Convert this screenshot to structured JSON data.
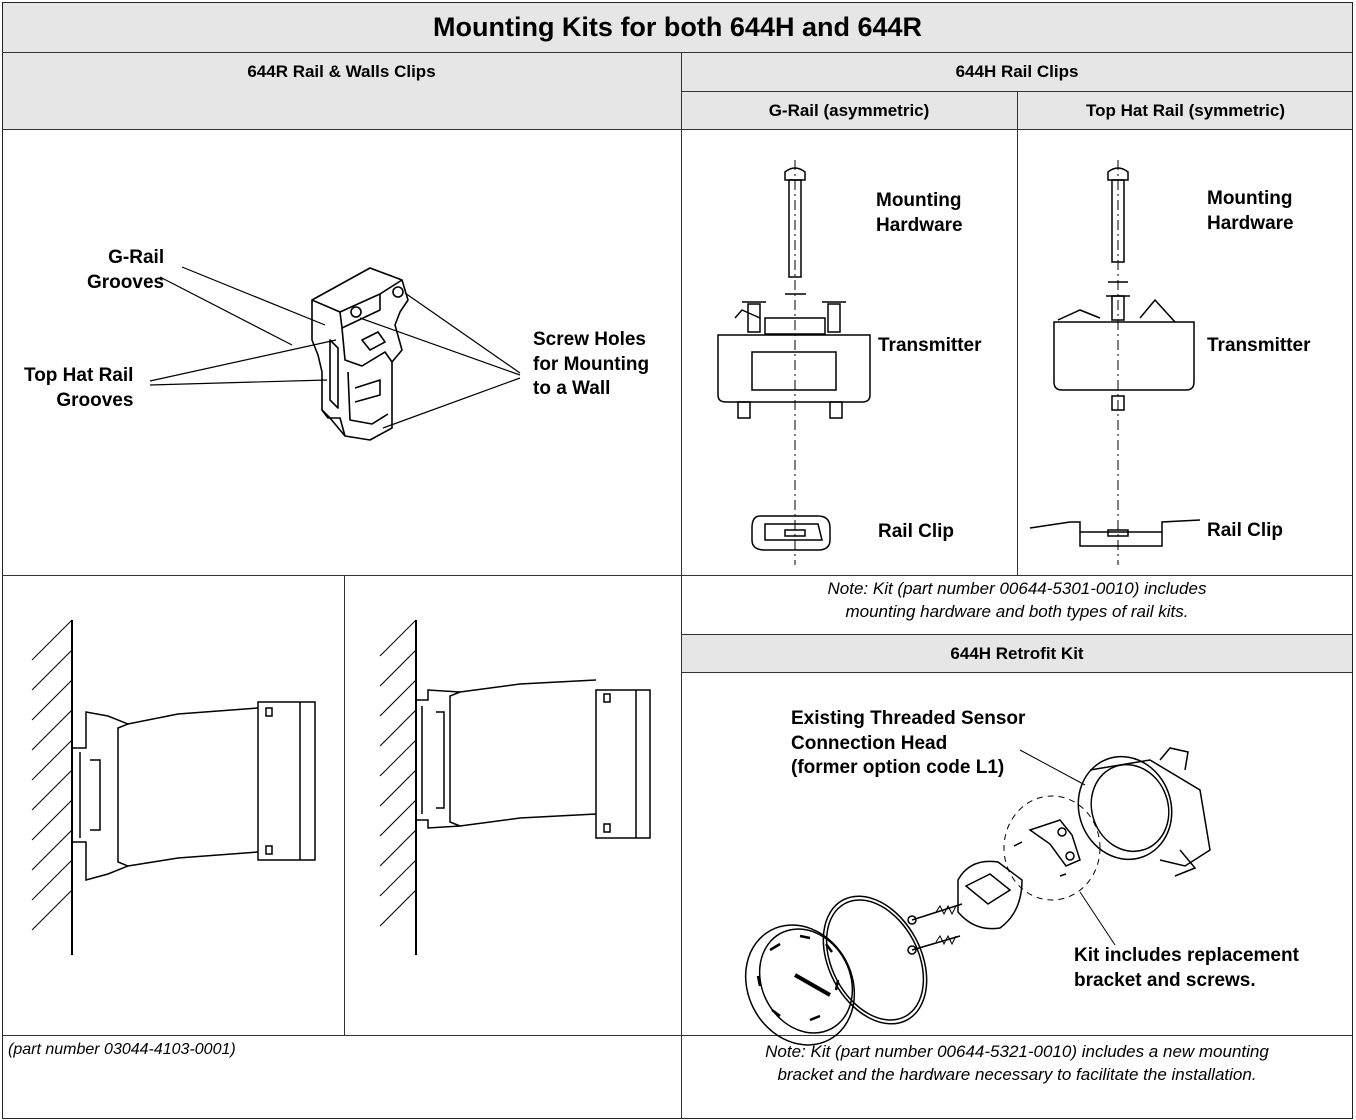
{
  "title": "Mounting Kits for both 644H and 644R",
  "left_section": {
    "header": "644R Rail & Walls Clips",
    "labels": {
      "g_rail_grooves": [
        "G-Rail",
        "Grooves"
      ],
      "top_hat_grooves": [
        "Top Hat Rail",
        "Grooves"
      ],
      "screw_holes": [
        "Screw Holes",
        "for Mounting",
        "to a Wall"
      ]
    },
    "part_number": "(part number 03044-4103-0001)"
  },
  "right_section": {
    "header": "644H Rail Clips",
    "g_rail": {
      "header": "G-Rail (asymmetric)",
      "mounting_hardware": [
        "Mounting",
        "Hardware"
      ],
      "transmitter": "Transmitter",
      "rail_clip": "Rail Clip"
    },
    "top_hat": {
      "header": "Top Hat Rail (symmetric)",
      "mounting_hardware": [
        "Mounting",
        "Hardware"
      ],
      "transmitter": "Transmitter",
      "rail_clip": "Rail Clip"
    },
    "rail_note": [
      "Note: Kit (part number 00644-5301-0010) includes",
      "mounting hardware and both types of rail kits."
    ],
    "retrofit": {
      "header": "644H Retrofit Kit",
      "existing_head": [
        "Existing Threaded Sensor",
        "Connection Head",
        "(former option code L1)"
      ],
      "kit_includes": [
        "Kit includes replacement",
        "bracket and screws."
      ],
      "note": [
        "Note: Kit (part number 00644-5321-0010) includes a new mounting",
        "bracket and the hardware necessary to facilitate the installation."
      ]
    }
  }
}
